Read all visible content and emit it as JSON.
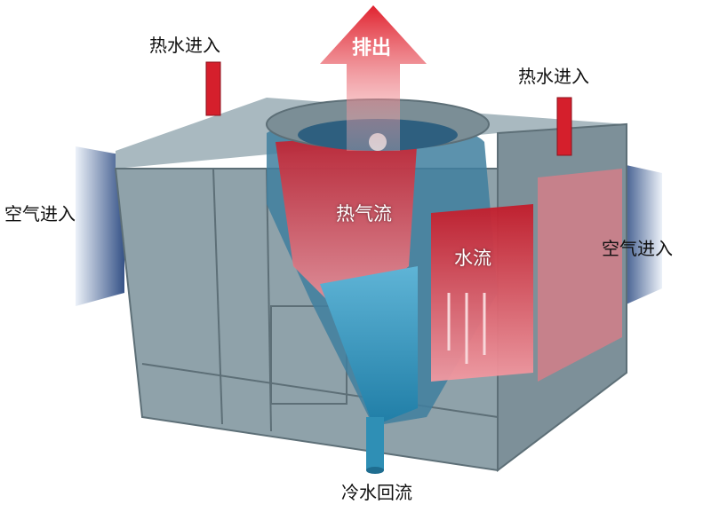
{
  "labels": {
    "hot_water_in_left": "热水进入",
    "hot_water_in_right": "热水进入",
    "exhaust": "排出",
    "air_in_left": "空气进入",
    "air_in_right": "空气进入",
    "hot_air_flow": "热气流",
    "water_flow": "水流",
    "cold_water_return": "冷水回流"
  },
  "colors": {
    "casing": "#8fa2aa",
    "casing_dark": "#6f838c",
    "hot_red": "#d51f2c",
    "cold_blue": "#2f8fb5",
    "air_blue": "#2a4f8e"
  }
}
